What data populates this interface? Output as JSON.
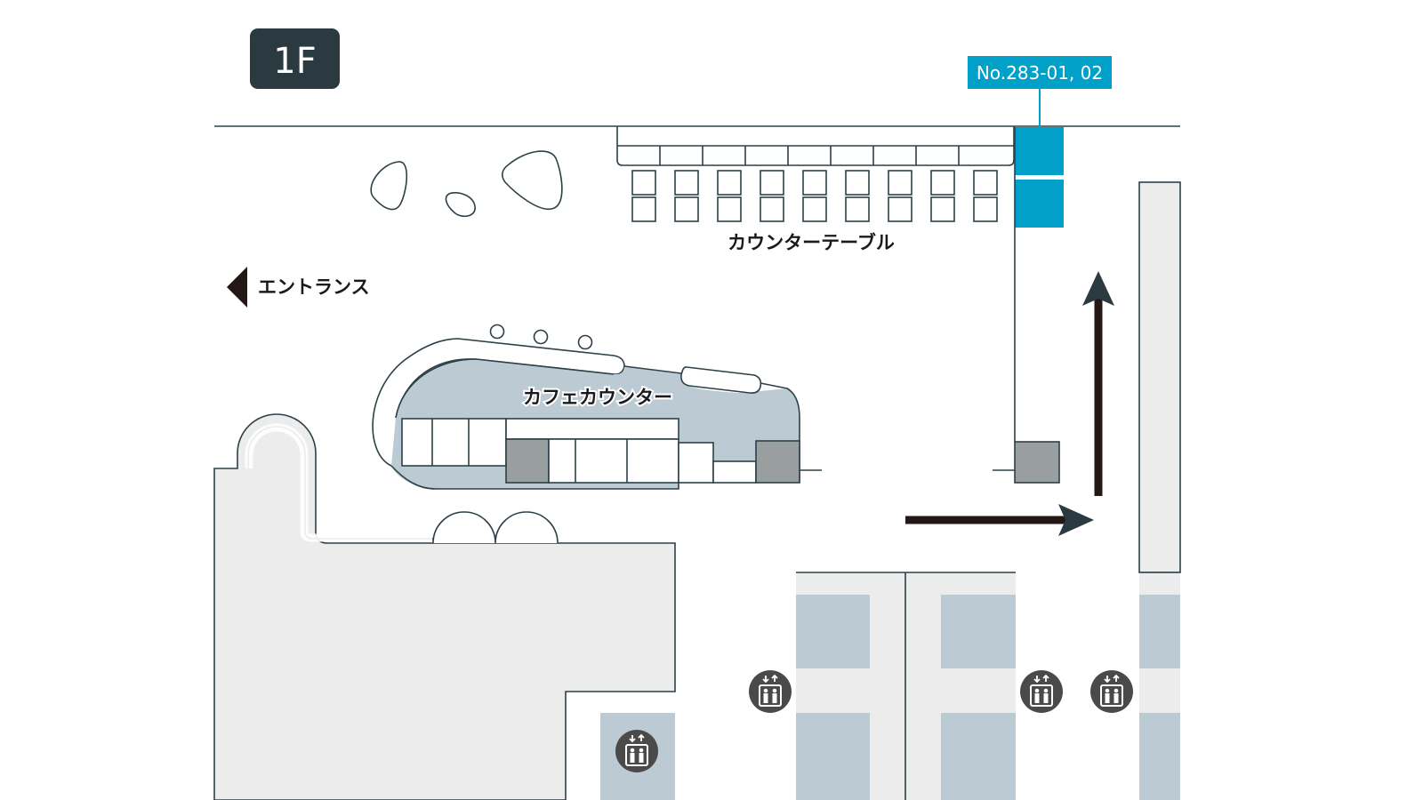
{
  "floor": {
    "label": "1F"
  },
  "booth": {
    "label": "No.283-01, 02",
    "color": "#00a0c8"
  },
  "areas": {
    "counter_table": "カウンターテーブル",
    "entrance": "エントランス",
    "cafe_counter": "カフェカウンター"
  },
  "icons": {
    "elevator": "elevator-icon",
    "direction": "arrow-icon"
  },
  "colors": {
    "dark": "#2a3a40",
    "wall": "#ececec",
    "zone": "#bccbd3",
    "fixture": "#999f9f"
  }
}
